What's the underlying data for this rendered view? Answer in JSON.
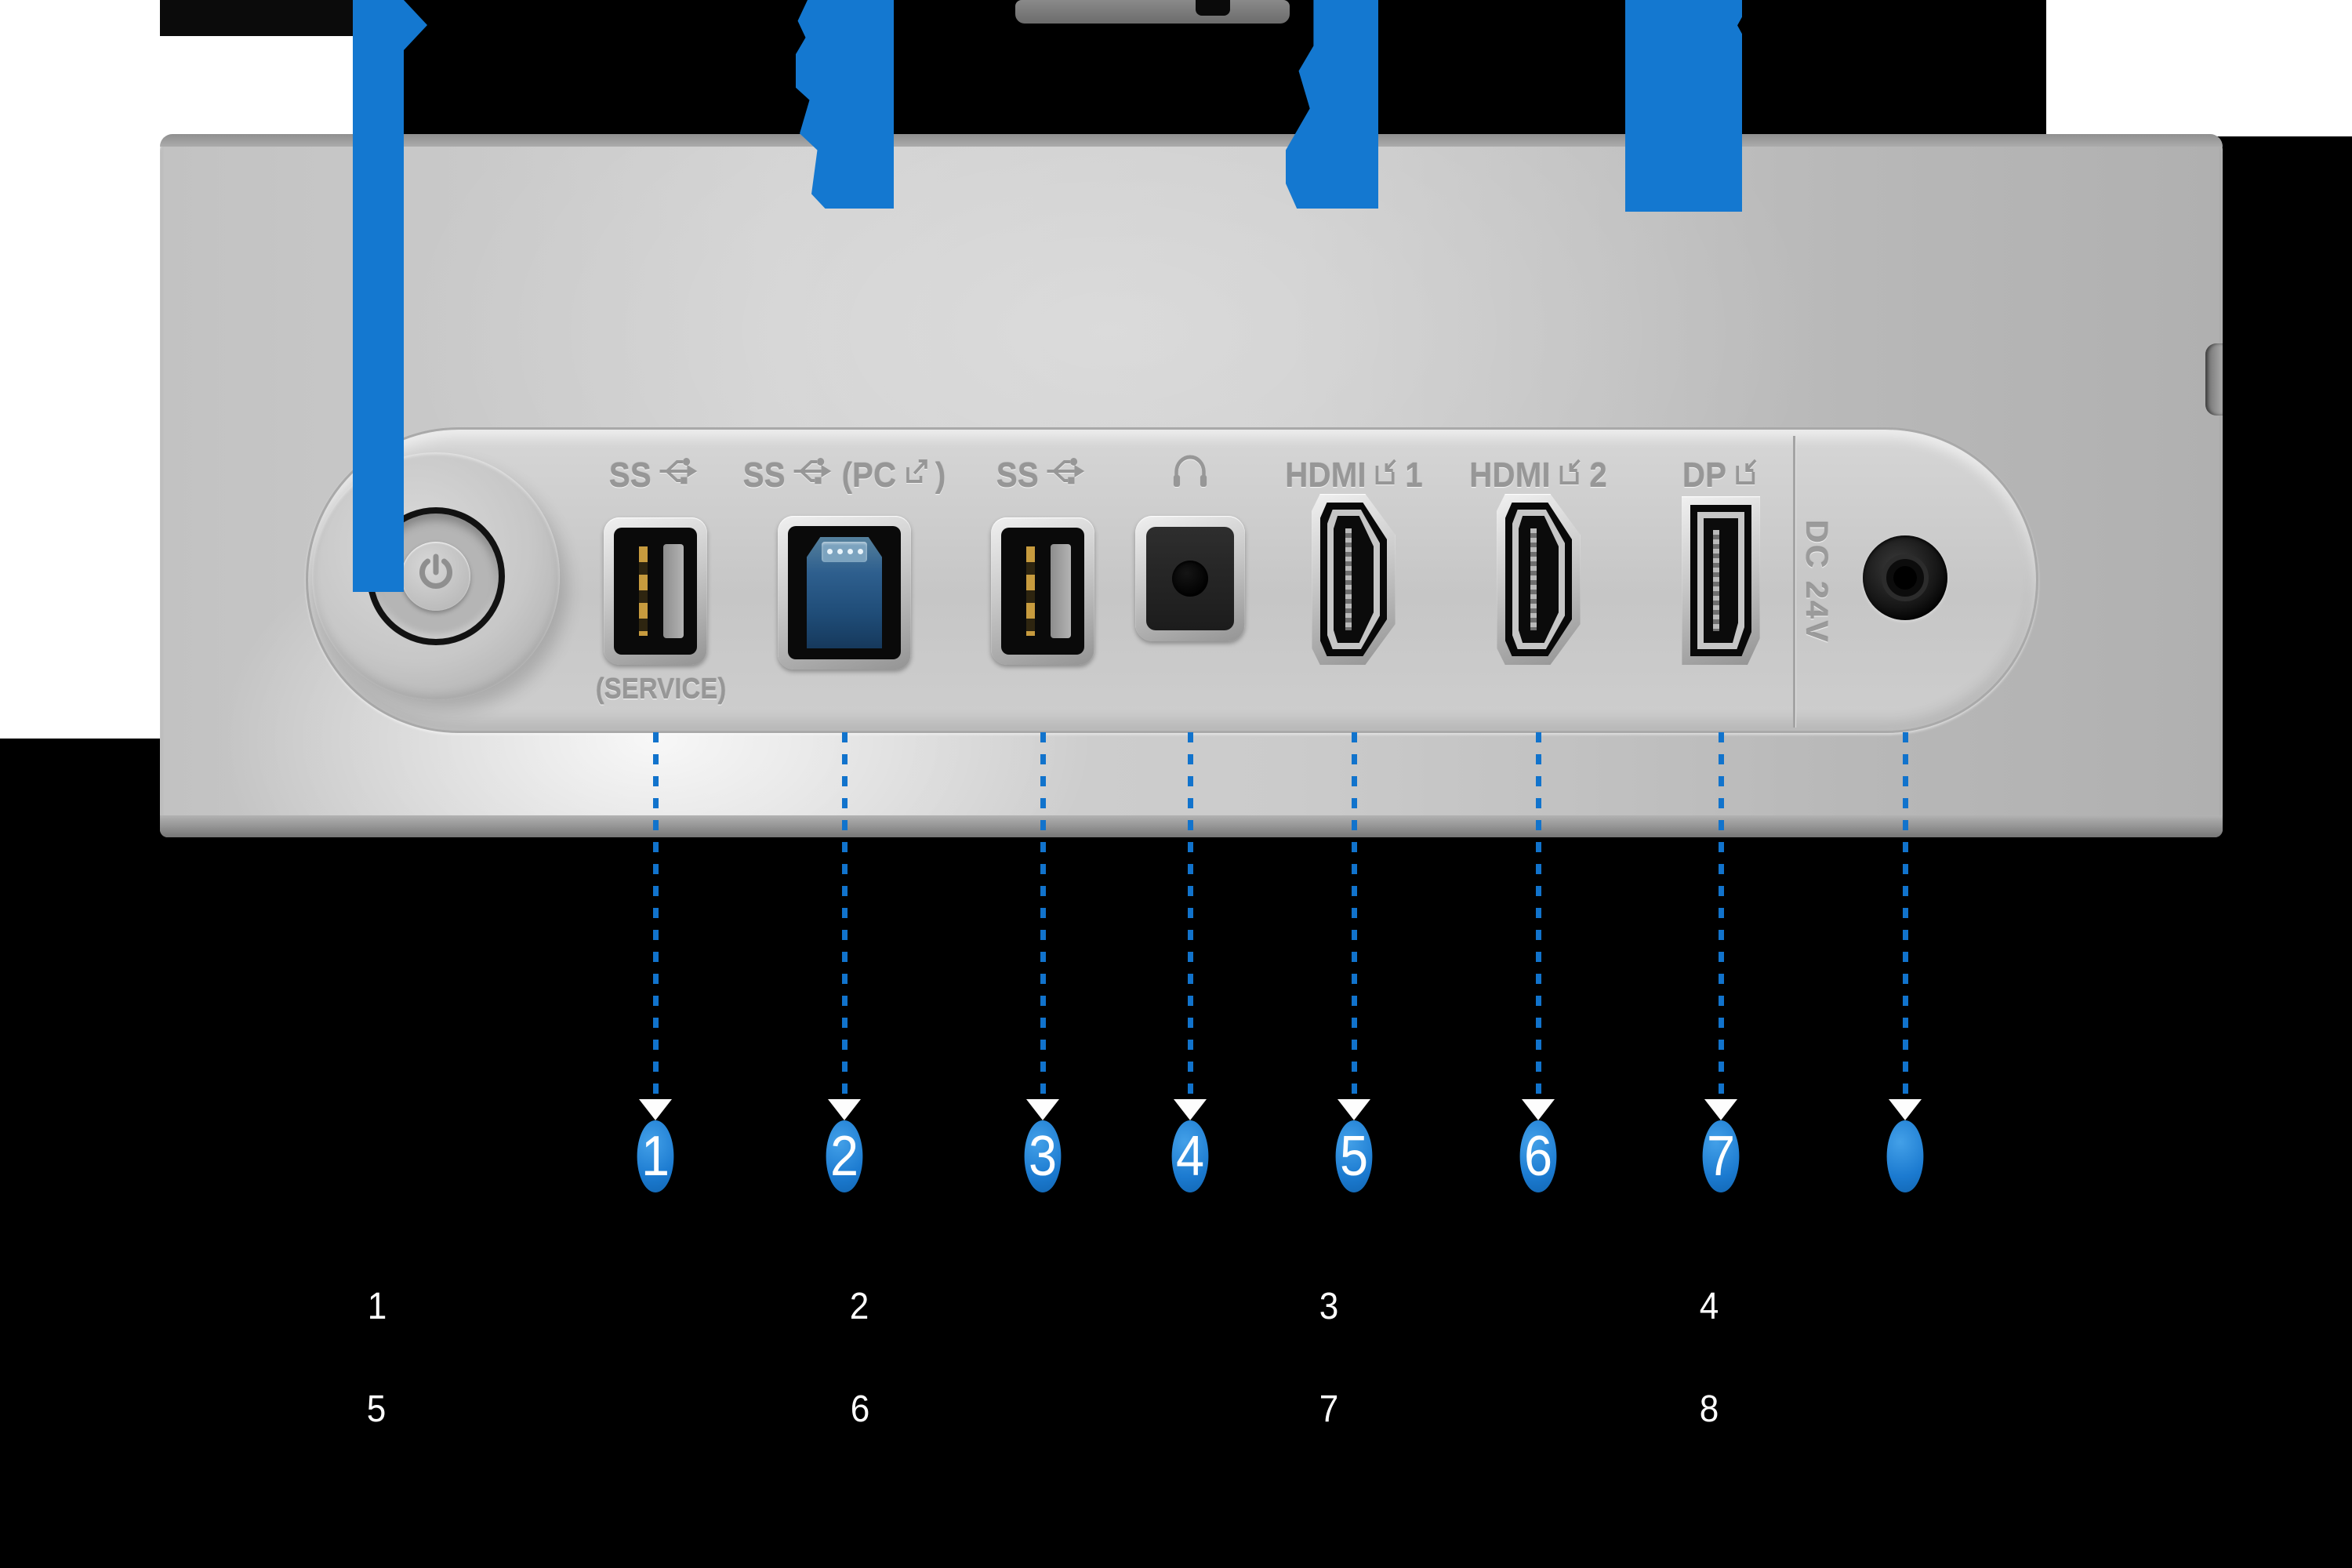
{
  "colors": {
    "background": "#000000",
    "accent_blue": "#1478d0",
    "solid_blue_block": "#2e82d4",
    "monitor_gray": "#c9c9c9",
    "engraved_label_gray": "#979797",
    "white": "#ffffff"
  },
  "monitor": {
    "ports": [
      {
        "name": "usb-a-service",
        "type": "usb-a",
        "label_ss": "SS",
        "sublabel": "(SERVICE)"
      },
      {
        "name": "usb-b-pc",
        "type": "usb-b",
        "label_ss": "SS",
        "label_prefix": "(PC",
        "label_suffix": ")"
      },
      {
        "name": "usb-a",
        "type": "usb-a",
        "label_ss": "SS"
      },
      {
        "name": "headphone",
        "type": "audio-jack"
      },
      {
        "name": "hdmi-1",
        "type": "hdmi",
        "label_text": "HDMI",
        "label_num": "1"
      },
      {
        "name": "hdmi-2",
        "type": "hdmi",
        "label_text": "HDMI",
        "label_num": "2"
      },
      {
        "name": "displayport",
        "type": "displayport",
        "label_text": "DP"
      },
      {
        "name": "dc-power",
        "type": "dc-in",
        "label_text": "DC 24V"
      }
    ]
  },
  "callouts": {
    "numbers": [
      "1",
      "2",
      "3",
      "4",
      "5",
      "6",
      "7",
      ""
    ]
  },
  "legend": {
    "row1": [
      "1",
      "2",
      "3",
      "4"
    ],
    "row2": [
      "5",
      "6",
      "7",
      "8"
    ]
  }
}
